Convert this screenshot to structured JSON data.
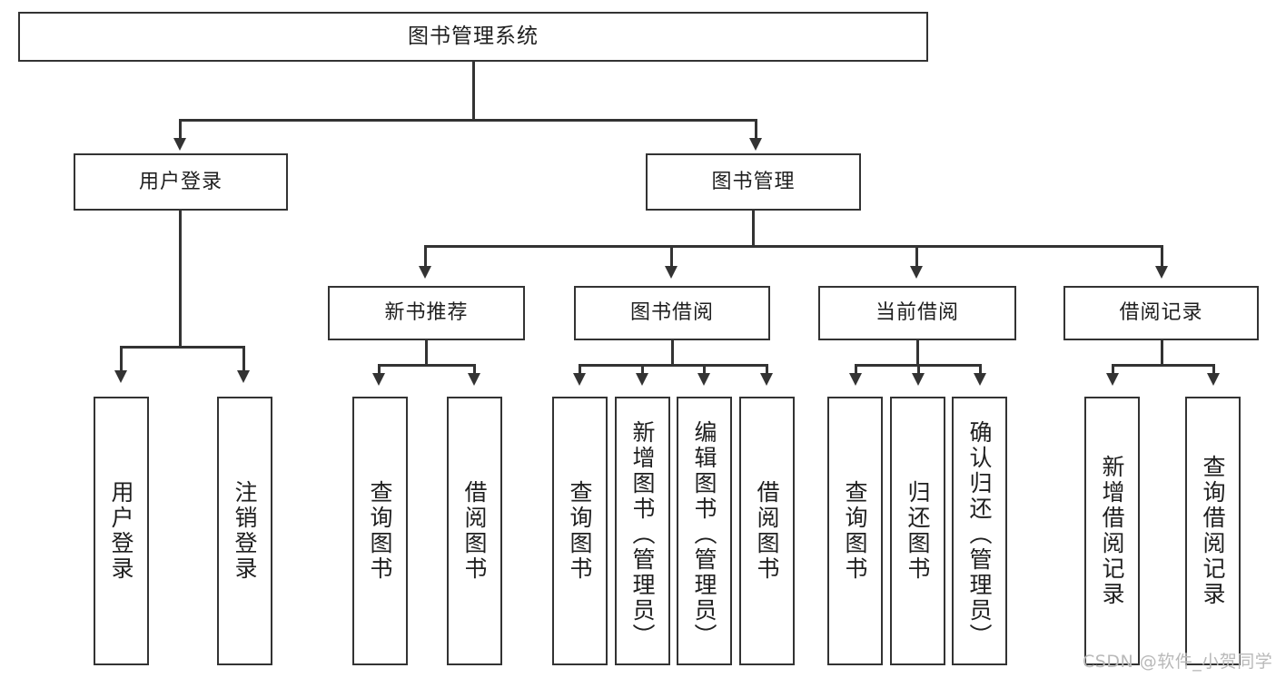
{
  "diagram": {
    "title": "图书管理系统",
    "watermark": "CSDN @软件_小贺同学",
    "colors": {
      "stroke": "#333333",
      "fill": "#ffffff",
      "text": "#1f1f1f",
      "watermark": "#b9b9b9"
    },
    "root": {
      "label": "图书管理系统"
    },
    "level2": [
      {
        "label": "用户登录"
      },
      {
        "label": "图书管理"
      }
    ],
    "level3": [
      {
        "label": "新书推荐"
      },
      {
        "label": "图书借阅"
      },
      {
        "label": "当前借阅"
      },
      {
        "label": "借阅记录"
      }
    ],
    "leaves": {
      "user_login": [
        {
          "label": "用户登录"
        },
        {
          "label": "注销登录"
        }
      ],
      "new_book_recommend": [
        {
          "label": "查询图书"
        },
        {
          "label": "借阅图书"
        }
      ],
      "book_borrow": [
        {
          "label": "查询图书"
        },
        {
          "label": "新增图书（管理员）"
        },
        {
          "label": "编辑图书（管理员）"
        },
        {
          "label": "借阅图书"
        }
      ],
      "current_borrow": [
        {
          "label": "查询图书"
        },
        {
          "label": "归还图书"
        },
        {
          "label": "确认归还（管理员）"
        }
      ],
      "borrow_record": [
        {
          "label": "新增借阅记录"
        },
        {
          "label": "查询借阅记录"
        }
      ]
    }
  }
}
